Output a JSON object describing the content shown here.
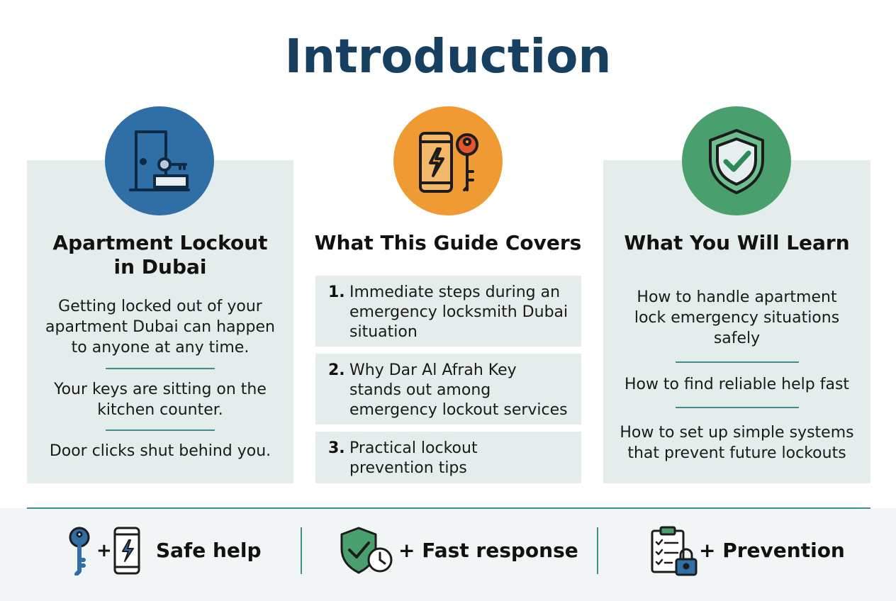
{
  "title": "Introduction",
  "colors": {
    "title": "#173f5f",
    "panel": "#e4ecec",
    "blue_circle": "#2f6fa6",
    "orange_circle": "#f09a33",
    "green_circle": "#4aa06c",
    "accent_rule": "#3e8f8a"
  },
  "columns": {
    "left": {
      "icon": "door-key-icon",
      "heading_line1": "Apartment Lockout",
      "heading_line2": "in Dubai",
      "para1": [
        "Getting locked out of your",
        "apartment Dubai can happen",
        "to anyone at any time."
      ],
      "para2": [
        "Your keys are sitting on the",
        "kitchen counter."
      ],
      "para3": [
        "Door clicks shut behind you."
      ]
    },
    "center": {
      "icon": "phone-key-icon",
      "heading": "What This Guide Covers",
      "items": [
        {
          "num": "1.",
          "lines": [
            "Immediate steps during an",
            "emergency locksmith Dubai",
            "situation"
          ]
        },
        {
          "num": "2.",
          "lines": [
            "Why Dar Al Afrah Key",
            "stands out among",
            "emergency lockout services"
          ]
        },
        {
          "num": "3.",
          "lines": [
            "Practical lockout",
            "prevention tips"
          ]
        }
      ]
    },
    "right": {
      "icon": "shield-check-icon",
      "heading": "What You Will Learn",
      "para1": [
        "How to handle apartment",
        "lock emergency situations",
        "safely"
      ],
      "para2": [
        "How to find reliable help fast"
      ],
      "para3": [
        "How to set up simple systems",
        "that prevent future lockouts"
      ]
    }
  },
  "footer": {
    "items": [
      {
        "icon": "key-phone-icon",
        "plus": "+",
        "label": "Safe help"
      },
      {
        "icon": "shield-clock-icon",
        "label": "+ Fast response"
      },
      {
        "icon": "checklist-lock-icon",
        "label": "+ Prevention"
      }
    ]
  }
}
